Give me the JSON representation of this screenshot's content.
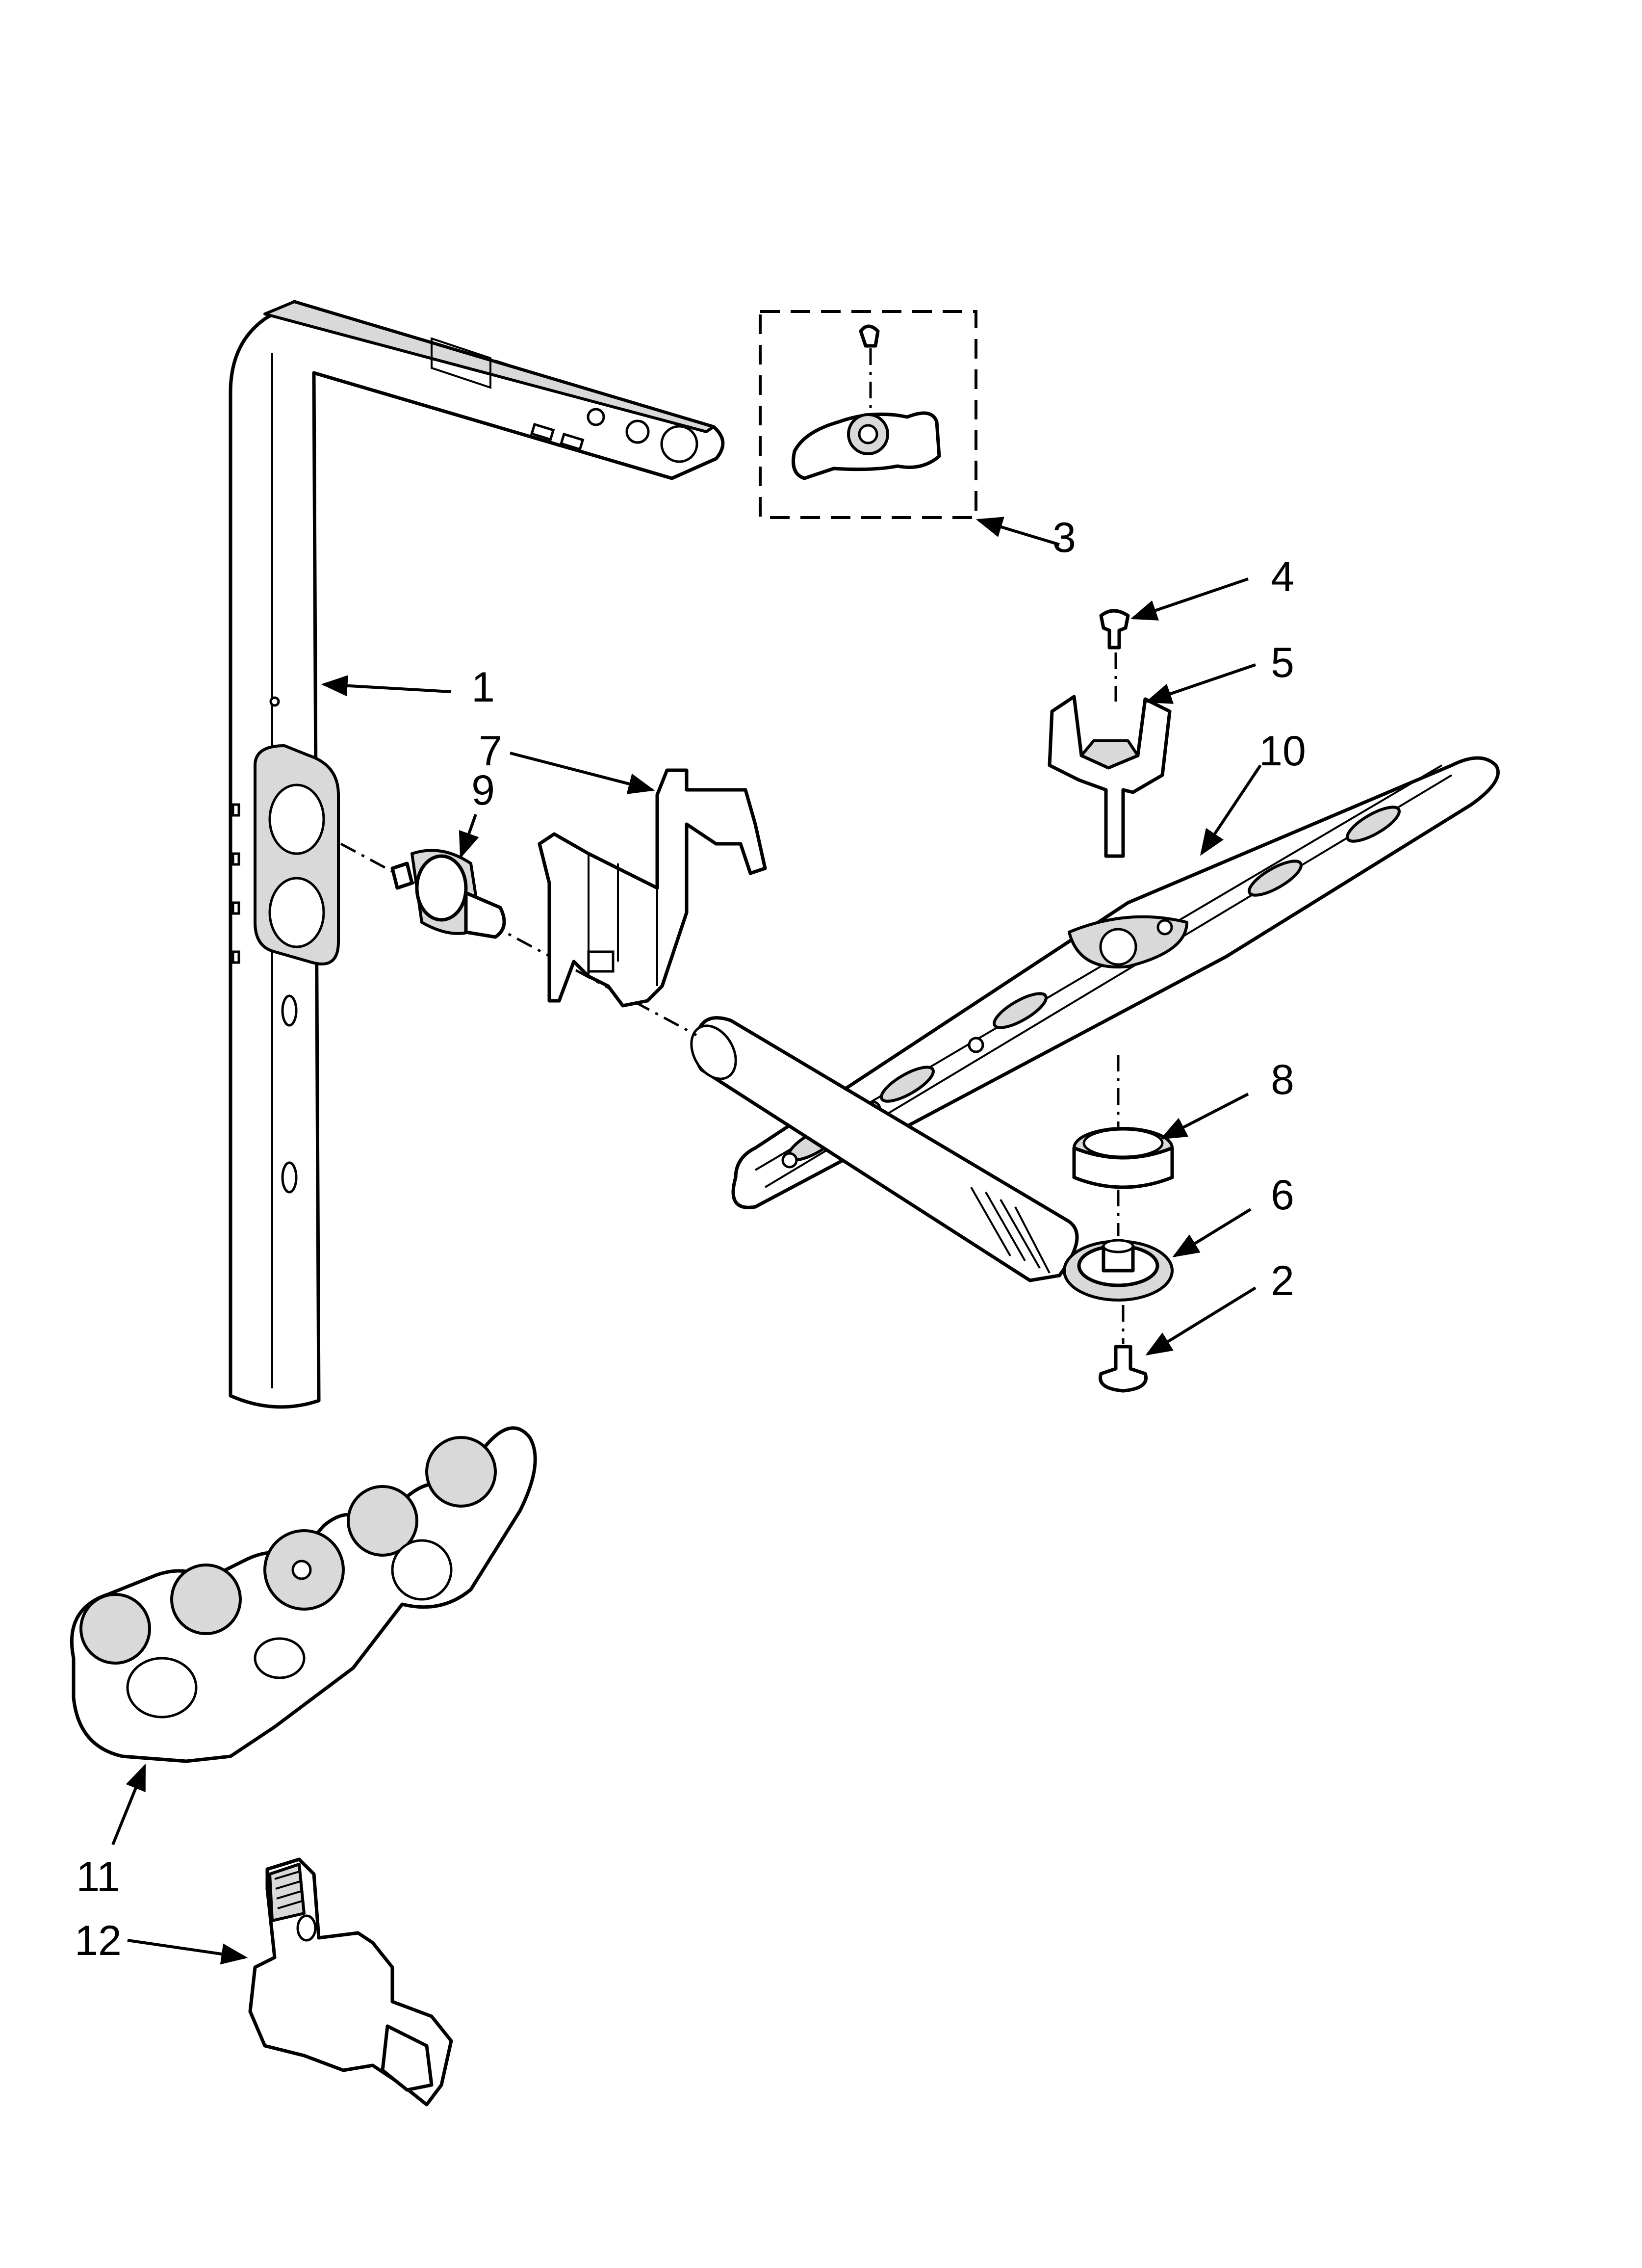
{
  "callouts": [
    {
      "id": "1",
      "label": "1"
    },
    {
      "id": "2",
      "label": "2"
    },
    {
      "id": "3",
      "label": "3"
    },
    {
      "id": "4",
      "label": "4"
    },
    {
      "id": "5",
      "label": "5"
    },
    {
      "id": "6",
      "label": "6"
    },
    {
      "id": "7",
      "label": "7"
    },
    {
      "id": "8",
      "label": "8"
    },
    {
      "id": "9",
      "label": "9"
    },
    {
      "id": "10",
      "label": "10"
    },
    {
      "id": "11",
      "label": "11"
    },
    {
      "id": "12",
      "label": "12"
    }
  ],
  "colors": {
    "line": "#000000",
    "shade": "#d9d9d9",
    "paper": "#ffffff"
  }
}
